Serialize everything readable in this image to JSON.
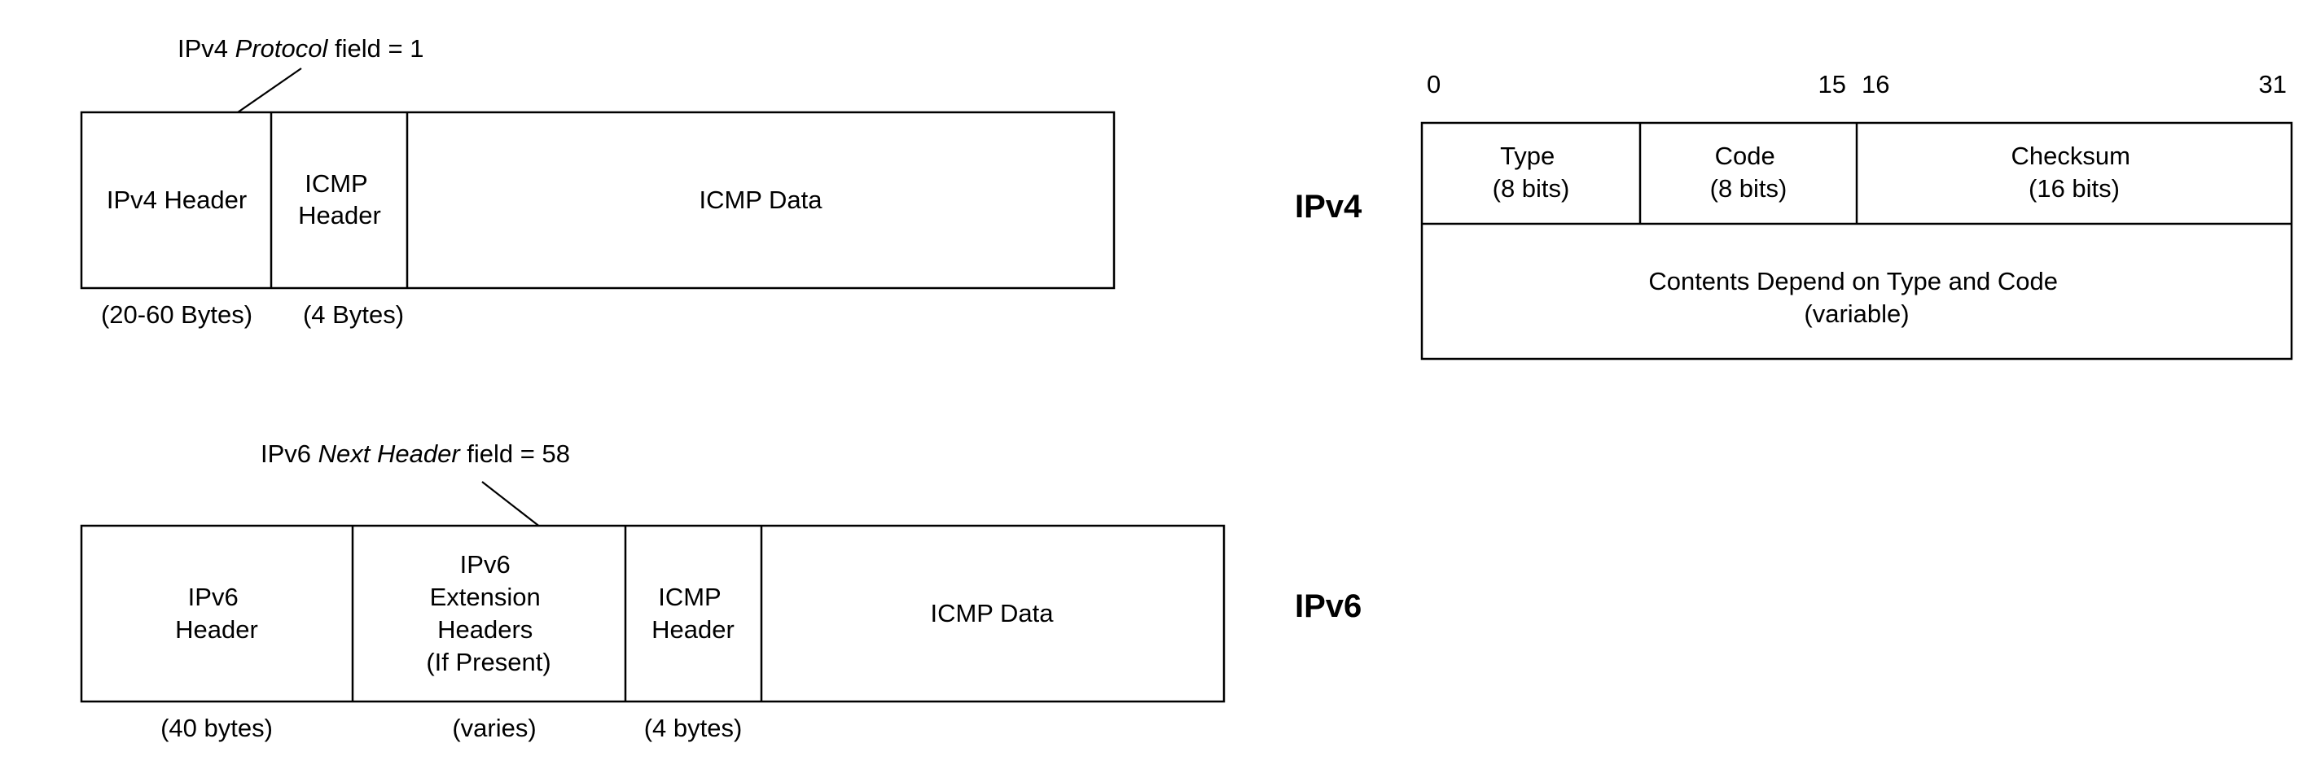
{
  "ipv4_packet": {
    "annotation": {
      "prefix": "IPv4 ",
      "field": "Protocol",
      "suffix": " field = 1"
    },
    "segments": [
      {
        "lines": [
          "IPv4 Header"
        ],
        "size": "(20-60 Bytes)"
      },
      {
        "lines": [
          "ICMP",
          "Header"
        ],
        "size": "(4 Bytes)"
      },
      {
        "lines": [
          "ICMP Data"
        ],
        "size": ""
      }
    ]
  },
  "ipv6_packet": {
    "annotation": {
      "prefix": "IPv6 ",
      "field": "Next Header",
      "suffix": " field = 58"
    },
    "segments": [
      {
        "lines": [
          "IPv6",
          "Header"
        ],
        "size": "(40 bytes)"
      },
      {
        "lines": [
          "IPv6",
          "Extension",
          "Headers",
          "(If Present)"
        ],
        "size": "(varies)"
      },
      {
        "lines": [
          "ICMP",
          "Header"
        ],
        "size": "(4 bytes)"
      },
      {
        "lines": [
          "ICMP Data"
        ],
        "size": ""
      }
    ]
  },
  "side_labels": {
    "ipv4": "IPv4",
    "ipv6": "IPv6"
  },
  "icmp_header_format": {
    "bit_labels": {
      "b0": "0",
      "b15": "15",
      "b16": "16",
      "b31": "31"
    },
    "fields": [
      {
        "lines": [
          "Type",
          "(8 bits)"
        ]
      },
      {
        "lines": [
          "Code",
          "(8 bits)"
        ]
      },
      {
        "lines": [
          "Checksum",
          "(16 bits)"
        ]
      }
    ],
    "body": {
      "lines": [
        "Contents Depend on Type and Code",
        "(variable)"
      ]
    }
  }
}
